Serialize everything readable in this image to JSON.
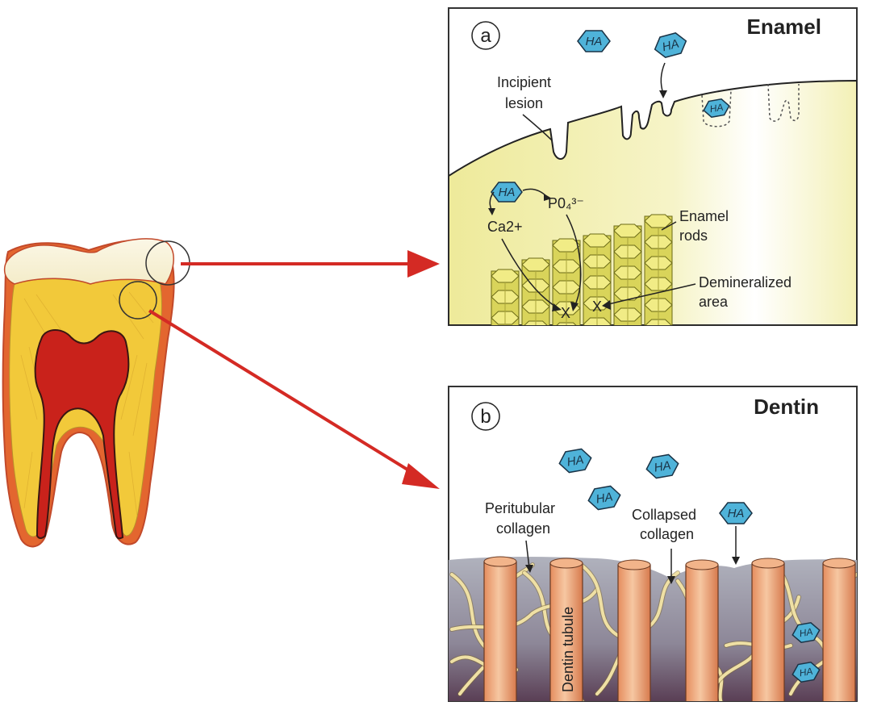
{
  "panel_a": {
    "letter": "a",
    "title": "Enamel",
    "labels": {
      "incipient_lesion_1": "Incipient",
      "incipient_lesion_2": "lesion",
      "ion_po4": "P0₄³⁻",
      "ion_ca": "Ca2+",
      "enamel_rods_1": "Enamel",
      "enamel_rods_2": "rods",
      "demineralized_1": "Demineralized",
      "demineralized_2": "area",
      "mark_x": "X"
    },
    "ha_label": "HA"
  },
  "panel_b": {
    "letter": "b",
    "title": "Dentin",
    "labels": {
      "peritubular_1": "Peritubular",
      "peritubular_2": "collagen",
      "collapsed_1": "Collapsed",
      "collapsed_2": "collagen",
      "dentin_tubule": "Dentin tubule"
    },
    "ha_label": "HA"
  },
  "colors": {
    "enamel_fill": "#f3f0b8",
    "dentin_fill": "#9a98a8",
    "ha_fill": "#4fb3d9",
    "pointer_arrow": "#d42a24",
    "pulp": "#c9221b",
    "tooth_dentin": "#f2c93a"
  }
}
